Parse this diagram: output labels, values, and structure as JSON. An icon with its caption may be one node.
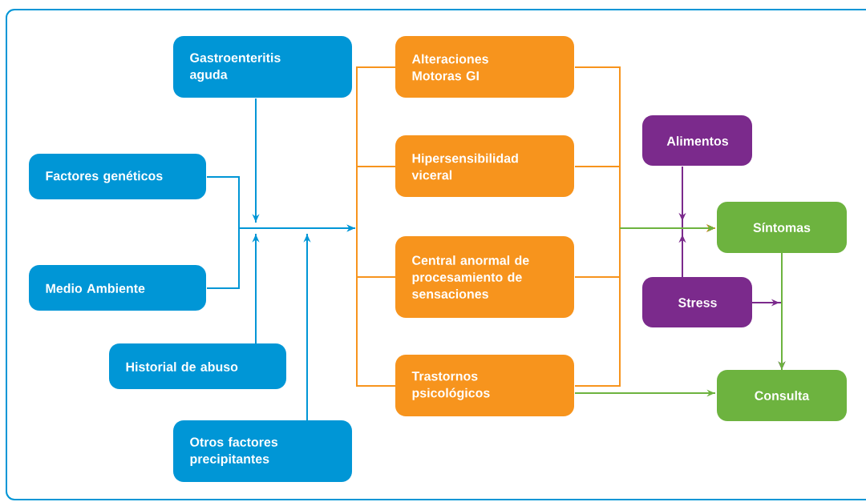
{
  "diagram": {
    "nodes": [
      {
        "text": [
          "Gastroenteritis aguda"
        ]
      },
      {
        "text": [
          "Factores genéticos"
        ]
      },
      {
        "text": [
          "Medio Ambiente"
        ]
      },
      {
        "text": [
          "Historial de abuso"
        ]
      },
      {
        "text": [
          "Otros factores precipitantes"
        ]
      },
      {
        "text": [
          "Alteraciones Motoras GI"
        ]
      },
      {
        "text": [
          "Hipersensibilidad viceral"
        ]
      },
      {
        "text": [
          "Central anormal de procesamiento de sensaciones"
        ]
      },
      {
        "text": [
          "Trastornos psicológicos"
        ]
      },
      {
        "text": [
          "Alimentos"
        ]
      },
      {
        "text": [
          "Stress"
        ]
      },
      {
        "text": [
          "Síntomas"
        ]
      },
      {
        "text": [
          "Consulta"
        ]
      },
      {
        "text": [],
        "shape": "bar"
      }
    ],
    "edges": [
      {
        "from": 0,
        "to": null,
        "arrow": "to",
        "color": "#0096d6"
      },
      {
        "from": 1,
        "to": 13,
        "arrow": "to",
        "color": "#0096d6"
      },
      {
        "from": 2,
        "to": 13,
        "arrow": "to",
        "color": "#0096d6"
      },
      {
        "from": 3,
        "to": null,
        "arrow": "to",
        "color": "#0096d6"
      },
      {
        "from": 4,
        "to": null,
        "arrow": "to",
        "color": "#0096d6"
      },
      {
        "from": 9,
        "to": 11,
        "arrow": "to",
        "color": "#7b2a8c"
      },
      {
        "from": 10,
        "to": 11,
        "arrow": "to",
        "color": "#7b2a8c"
      },
      {
        "from": 10,
        "to": 12,
        "arrow": "to",
        "color": "#7b2a8c"
      },
      {
        "from": 5,
        "to": 11,
        "arrow": "to",
        "color": "#f7941d"
      },
      {
        "from": 6,
        "to": 11,
        "arrow": "to",
        "color": "#f7941d"
      },
      {
        "from": 7,
        "to": 11,
        "arrow": "to",
        "color": "#f7941d"
      },
      {
        "from": 8,
        "to": 11,
        "arrow": "to",
        "color": "#f7941d"
      },
      {
        "from": 8,
        "to": 12,
        "arrow": "to",
        "color": "#6db33f"
      },
      {
        "from": 11,
        "to": 12,
        "arrow": "to",
        "color": "#6db33f"
      },
      {
        "from": 13,
        "to": 5,
        "arrow": "none",
        "color": "#f7941d"
      },
      {
        "from": 13,
        "to": 6,
        "arrow": "none",
        "color": "#f7941d"
      },
      {
        "from": 13,
        "to": 7,
        "arrow": "none",
        "color": "#f7941d"
      },
      {
        "from": 13,
        "to": 8,
        "arrow": "none",
        "color": "#f7941d"
      }
    ]
  }
}
